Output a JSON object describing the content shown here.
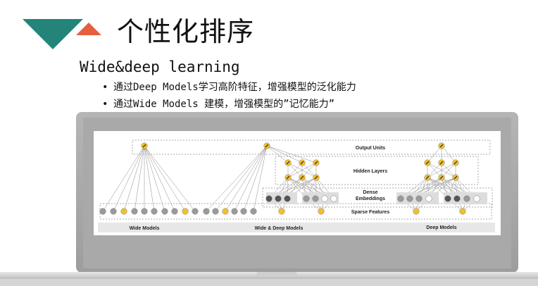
{
  "slide": {
    "title": "个性化排序",
    "subtitle": "Wide&deep learning",
    "bullets": [
      "通过Deep Models学习高阶特征，增强模型的泛化能力",
      "通过Wide Models 建模，增强模型的”记忆能力”"
    ],
    "bullet_marker": "•"
  },
  "figure": {
    "layer_labels": {
      "output": "Output Units",
      "hidden": "Hidden Layers",
      "dense_1": "Dense",
      "dense_2": "Embeddings",
      "sparse": "Sparse Features"
    },
    "model_labels": {
      "wide": "Wide Models",
      "wide_deep": "Wide & Deep Models",
      "deep": "Deep Models"
    }
  },
  "colors": {
    "logo_teal": "#23857a",
    "logo_orange": "#e5603e",
    "node_gray": "#9a9a9a",
    "node_yellow": "#f2c02c",
    "node_dark": "#555555",
    "laptop_body": "#a8a8a8"
  }
}
